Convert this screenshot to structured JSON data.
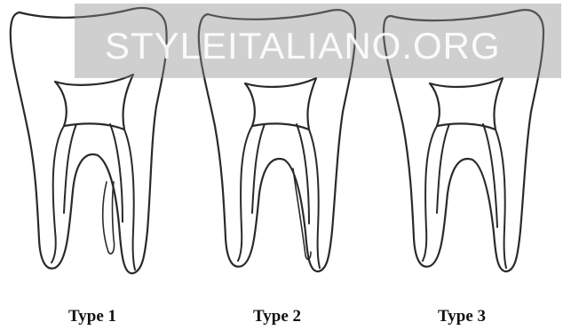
{
  "watermark": {
    "text": "STYLEITALIANO.ORG"
  },
  "diagram": {
    "teeth": [
      {
        "label": "Type 1"
      },
      {
        "label": "Type 2"
      },
      {
        "label": "Type 3"
      }
    ]
  },
  "colors": {
    "line": "#2a2a2a",
    "background": "#ffffff",
    "watermark_band": "#8c8c8c"
  }
}
